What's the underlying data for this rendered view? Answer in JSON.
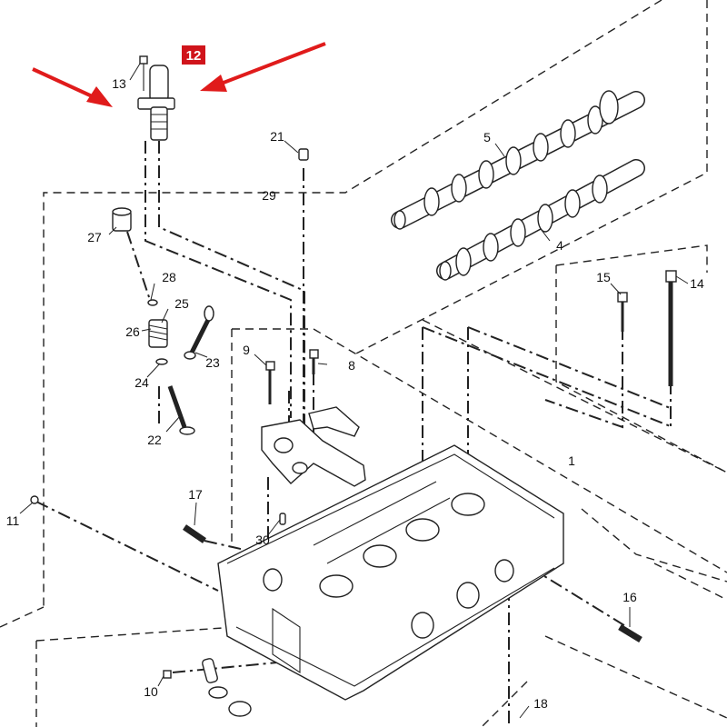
{
  "highlight": {
    "label": "12",
    "color": "#d0141b"
  },
  "arrow_color": "#e01b1b",
  "callouts": [
    "1",
    "4",
    "5",
    "8",
    "9",
    "10",
    "11",
    "13",
    "14",
    "15",
    "16",
    "17",
    "18",
    "21",
    "22",
    "23",
    "24",
    "25",
    "26",
    "27",
    "28",
    "29",
    "30"
  ]
}
